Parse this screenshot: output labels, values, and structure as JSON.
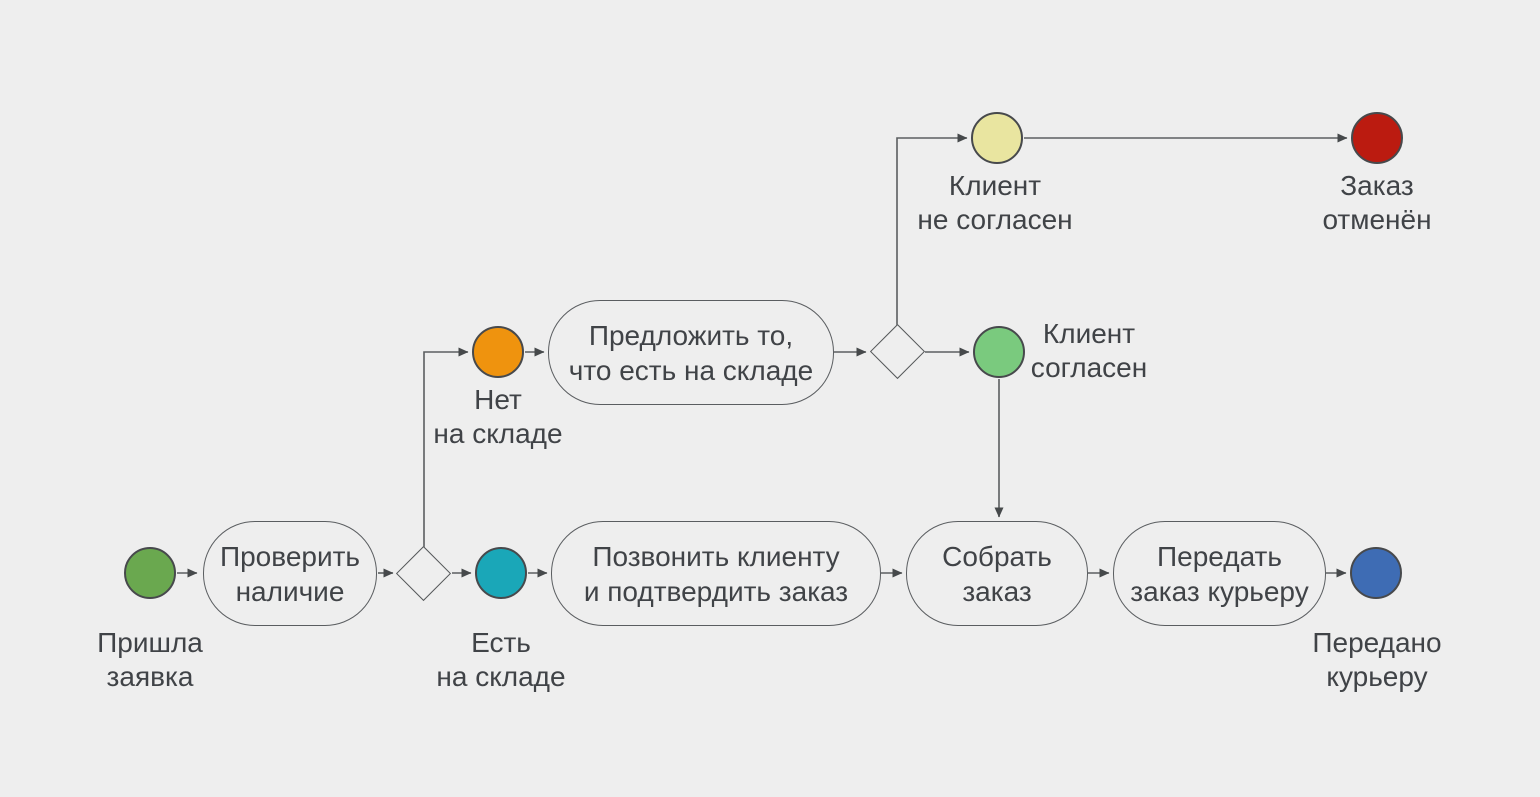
{
  "diagram": {
    "background_color": "#eeeeee",
    "line_color": "#5b5e60",
    "text_color": "#404347",
    "events": {
      "start": {
        "label": "Пришла\nзаявка",
        "color": "#6aa84f"
      },
      "no_stock": {
        "label": "Нет\nна складе",
        "color": "#ef930e"
      },
      "in_stock": {
        "label": "Есть\nна складе",
        "color": "#1aa7b8"
      },
      "client_disagree": {
        "label": "Клиент\nне согласен",
        "color": "#e9e5a0"
      },
      "order_cancelled": {
        "label": "Заказ\nотменён",
        "color": "#bb1b10"
      },
      "client_agree": {
        "label": "Клиент\nсогласен",
        "color": "#7aca7e"
      },
      "handed_to_courier": {
        "label": "Передано\nкурьеру",
        "color": "#3e6cb4"
      }
    },
    "tasks": {
      "check_stock": {
        "label": "Проверить\nналичие"
      },
      "offer_alternative": {
        "label": "Предложить то,\nчто есть на складе"
      },
      "call_client": {
        "label": "Позвонить клиенту\nи подтвердить заказ"
      },
      "assemble_order": {
        "label": "Собрать\nзаказ"
      },
      "handover_order": {
        "label": "Передать\nзаказ курьеру"
      }
    },
    "flows": [
      {
        "from": "Пришла заявка",
        "to": "Проверить наличие"
      },
      {
        "from": "Проверить наличие",
        "to": "шлюз наличия"
      },
      {
        "from": "шлюз наличия",
        "to": "Нет на складе"
      },
      {
        "from": "шлюз наличия",
        "to": "Есть на складе"
      },
      {
        "from": "Нет на складе",
        "to": "Предложить то, что есть на складе"
      },
      {
        "from": "Предложить то, что есть на складе",
        "to": "шлюз ответа клиента"
      },
      {
        "from": "шлюз ответа клиента",
        "to": "Клиент не согласен"
      },
      {
        "from": "шлюз ответа клиента",
        "to": "Клиент согласен"
      },
      {
        "from": "Клиент не согласен",
        "to": "Заказ отменён"
      },
      {
        "from": "Клиент согласен",
        "to": "Собрать заказ"
      },
      {
        "from": "Есть на складе",
        "to": "Позвонить клиенту и подтвердить заказ"
      },
      {
        "from": "Позвонить клиенту и подтвердить заказ",
        "to": "Собрать заказ"
      },
      {
        "from": "Собрать заказ",
        "to": "Передать заказ курьеру"
      },
      {
        "from": "Передать заказ курьеру",
        "to": "Передано курьеру"
      }
    ]
  }
}
